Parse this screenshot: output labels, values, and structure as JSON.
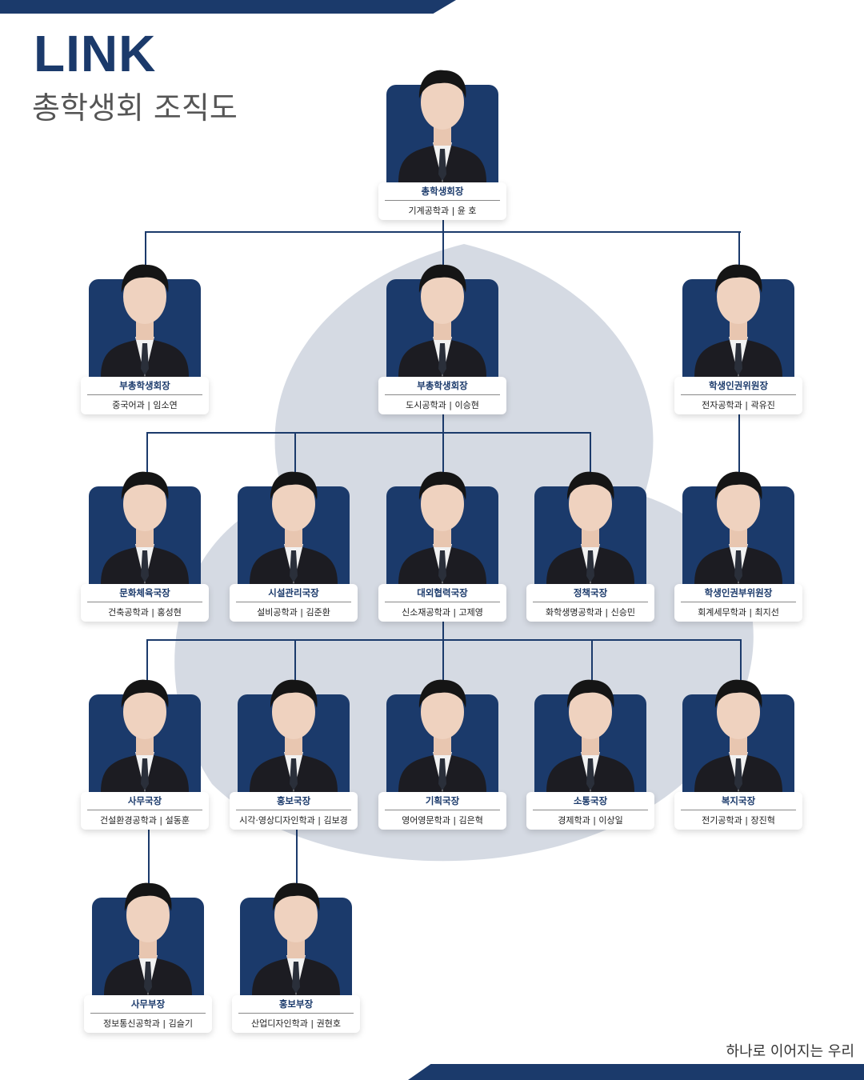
{
  "header": {
    "logo": "LINK",
    "subtitle": "총학생회 조직도"
  },
  "footer": {
    "slogan": "하나로 이어지는 우리"
  },
  "colors": {
    "navy": "#1b3a6b"
  },
  "members": [
    {
      "role": "총학생회장",
      "info": "기계공학과 | 윤 호"
    },
    {
      "role": "부총학생회장",
      "info": "중국어과 | 임소연"
    },
    {
      "role": "부총학생회장",
      "info": "도시공학과 | 이승현"
    },
    {
      "role": "학생인권위원장",
      "info": "전자공학과 | 곽유진"
    },
    {
      "role": "문화체육국장",
      "info": "건축공학과 | 홍성현"
    },
    {
      "role": "시설관리국장",
      "info": "설비공학과 | 김준환"
    },
    {
      "role": "대외협력국장",
      "info": "신소재공학과 | 고제영"
    },
    {
      "role": "정책국장",
      "info": "화학생명공학과 | 신승민"
    },
    {
      "role": "학생인권부위원장",
      "info": "회계세무학과 | 최지선"
    },
    {
      "role": "사무국장",
      "info": "건설환경공학과 | 설동훈"
    },
    {
      "role": "홍보국장",
      "info": "시각·영상디자인학과 | 김보경"
    },
    {
      "role": "기획국장",
      "info": "영어영문학과 | 김은혁"
    },
    {
      "role": "소통국장",
      "info": "경제학과 | 이상일"
    },
    {
      "role": "복지국장",
      "info": "전기공학과 | 장진혁"
    },
    {
      "role": "사무부장",
      "info": "정보통신공학과 | 김슬기"
    },
    {
      "role": "홍보부장",
      "info": "산업디자인학과 | 권현호"
    }
  ]
}
